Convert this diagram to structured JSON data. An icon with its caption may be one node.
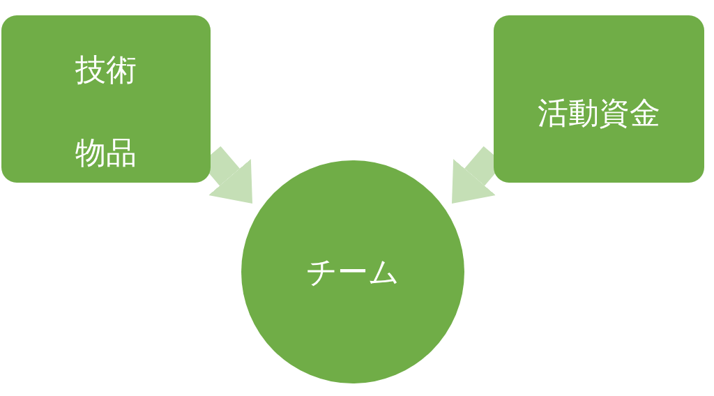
{
  "diagram": {
    "nodes": [
      {
        "text": [
          "技術",
          "物品"
        ]
      },
      {
        "text": [
          "活動資金"
        ]
      },
      {
        "text": [
          "チーム"
        ]
      }
    ],
    "edges": [
      {
        "from": 0,
        "to": 2,
        "arrow": "to"
      },
      {
        "from": 1,
        "to": 2,
        "arrow": "to"
      }
    ]
  }
}
